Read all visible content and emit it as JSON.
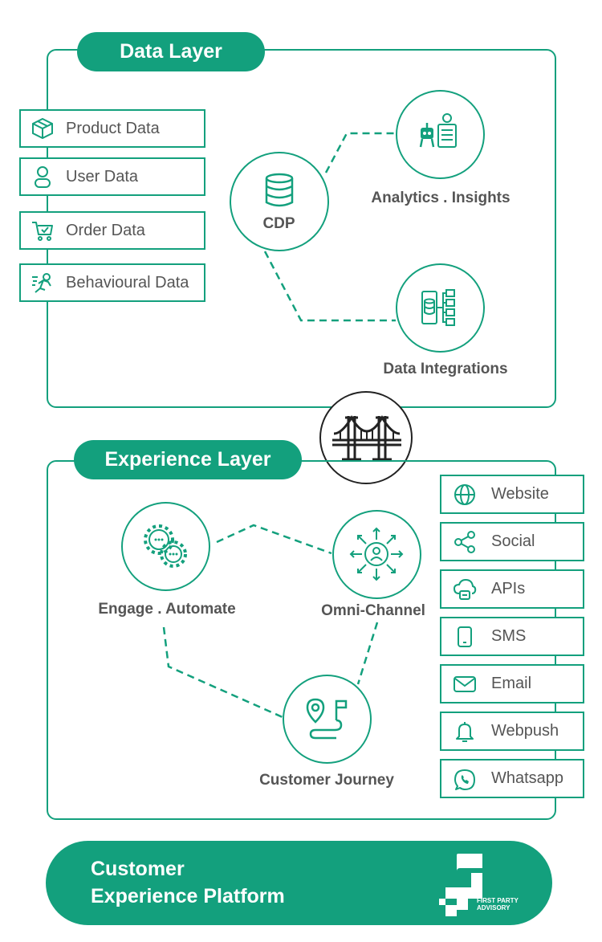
{
  "data_layer": {
    "title": "Data Layer",
    "sources": [
      {
        "label": "Product Data",
        "icon": "package-icon"
      },
      {
        "label": "User Data",
        "icon": "user-icon"
      },
      {
        "label": "Order Data",
        "icon": "cart-icon"
      },
      {
        "label": "Behavioural Data",
        "icon": "behaviour-icon"
      }
    ],
    "cdp_label": "CDP",
    "analytics_label": "Analytics . Insights",
    "integrations_label": "Data Integrations"
  },
  "experience_layer": {
    "title": "Experience Layer",
    "engage_label": "Engage . Automate",
    "omni_label": "Omni-Channel",
    "journey_label": "Customer Journey",
    "channels": [
      {
        "label": "Website",
        "icon": "globe-icon"
      },
      {
        "label": "Social",
        "icon": "share-icon"
      },
      {
        "label": "APIs",
        "icon": "cloud-lock-icon"
      },
      {
        "label": "SMS",
        "icon": "phone-icon"
      },
      {
        "label": "Email",
        "icon": "mail-icon"
      },
      {
        "label": "Webpush",
        "icon": "bell-icon"
      },
      {
        "label": "Whatsapp",
        "icon": "whatsapp-icon"
      }
    ]
  },
  "footer": {
    "title_line1": "Customer",
    "title_line2": "Experience Platform",
    "logo_text_line1": "FIRST PARTY",
    "logo_text_line2": "ADVISORY"
  },
  "colors": {
    "accent": "#13a07d",
    "text": "#555555",
    "background": "#ffffff"
  }
}
